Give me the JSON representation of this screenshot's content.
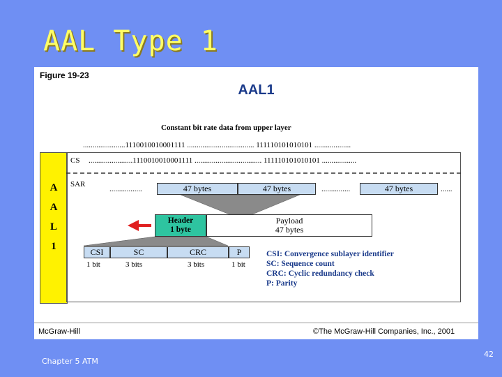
{
  "slide": {
    "title": "AAL Type 1",
    "footer": "Chapter 5 ATM",
    "page_number": "42"
  },
  "figure": {
    "label": "Figure 19-23",
    "title": "AAL1",
    "input_caption": "Constant bit rate data from upper layer",
    "input_stream": "......................1110010010001111 ................................... 111110101010101 ...................",
    "cs_label": "CS",
    "cs_stream": ".......................1110010010001111 ................................... 111110101010101 ..................",
    "sar_label": "SAR",
    "sar_dots_left": ".................",
    "sar_dots_mid": "...............",
    "sar_dots_right": "......",
    "sar_cells": [
      "47 bytes",
      "47 bytes",
      "47 bytes"
    ],
    "aal_letters": [
      "A",
      "A",
      "L",
      "1"
    ],
    "header_line1": "Header",
    "header_line2": "1 byte",
    "payload_line1": "Payload",
    "payload_line2": "47 bytes",
    "fields": [
      {
        "name": "CSI",
        "size": "1 bit"
      },
      {
        "name": "SC",
        "size": "3 bits"
      },
      {
        "name": "CRC",
        "size": "3 bits"
      },
      {
        "name": "P",
        "size": "1 bit"
      }
    ],
    "legend": [
      "CSI: Convergence sublayer identifier",
      "SC: Sequence count",
      "CRC: Cyclic redundancy check",
      "P: Parity"
    ],
    "publisher_left": "McGraw-Hill",
    "publisher_right": "©The McGraw-Hill Companies, Inc., 2001"
  },
  "colors": {
    "background": "#6f8ff3",
    "title": "#ffff66",
    "aal_column": "#fff200",
    "cell_fill": "#c7dcf2",
    "header_fill": "#2ec4a0",
    "arrow": "#e02020",
    "legend_text": "#1a3a8a"
  }
}
